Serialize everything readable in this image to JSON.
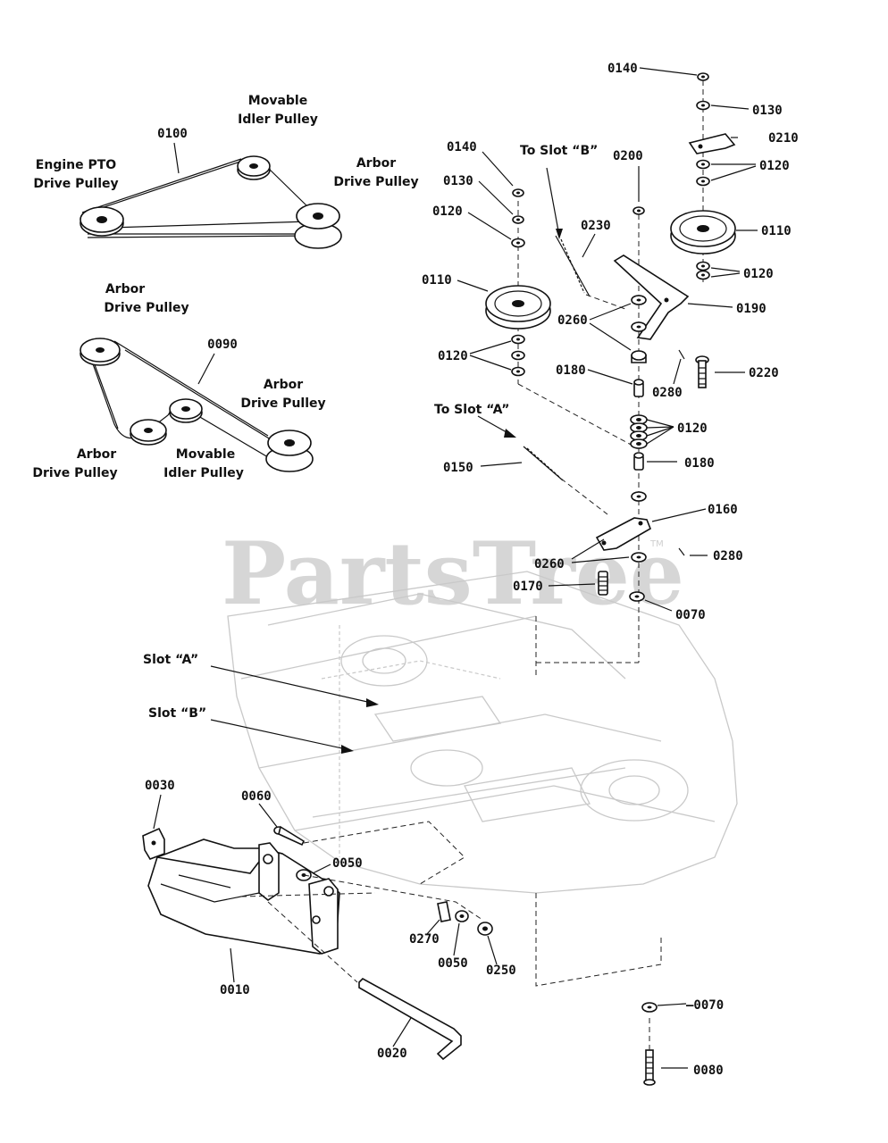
{
  "watermark": {
    "text": "PartsTree",
    "mark": "TM"
  },
  "diagrams": {
    "belt_routing_1": {
      "belt_number": "0100",
      "labels": {
        "engine_pto": [
          "Engine PTO",
          "Drive Pulley"
        ],
        "movable_idler": [
          "Movable",
          "Idler Pulley"
        ],
        "arbor": [
          "Arbor",
          "Drive Pulley"
        ]
      }
    },
    "belt_routing_2": {
      "belt_number": "0090",
      "labels": {
        "arbor_top": [
          "Arbor",
          "Drive Pulley"
        ],
        "arbor_right": [
          "Arbor",
          "Drive Pulley"
        ],
        "arbor_left": [
          "Arbor",
          "Drive Pulley"
        ],
        "movable_idler": [
          "Movable",
          "Idler Pulley"
        ]
      }
    }
  },
  "slots": {
    "to_slot_a": "To Slot “A”",
    "to_slot_b": "To Slot “B”",
    "slot_a": "Slot “A”",
    "slot_b": "Slot “B”"
  },
  "parts": {
    "p0140_top": "0140",
    "p0130_top": "0130",
    "p0210": "0210",
    "p0120_a": "0120",
    "p0110_right": "0110",
    "p0120_b": "0120",
    "p0140_left": "0140",
    "p0130_left": "0130",
    "p0120_left": "0120",
    "p0200": "0200",
    "p0230": "0230",
    "p0110_left": "0110",
    "p0260_a": "0260",
    "p0190": "0190",
    "p0120_c": "0120",
    "p0180_a": "0180",
    "p0280_a": "0280",
    "p0220": "0220",
    "p0120_d": "0120",
    "p0180_b": "0180",
    "p0150": "0150",
    "p0160": "0160",
    "p0260_b": "0260",
    "p0280_b": "0280",
    "p0170": "0170",
    "p0070_a": "0070",
    "p0030": "0030",
    "p0060": "0060",
    "p0050_a": "0050",
    "p0270": "0270",
    "p0050_b": "0050",
    "p0250": "0250",
    "p0010": "0010",
    "p0020": "0020",
    "p0070_b": "–0070",
    "p0080": "0080"
  }
}
